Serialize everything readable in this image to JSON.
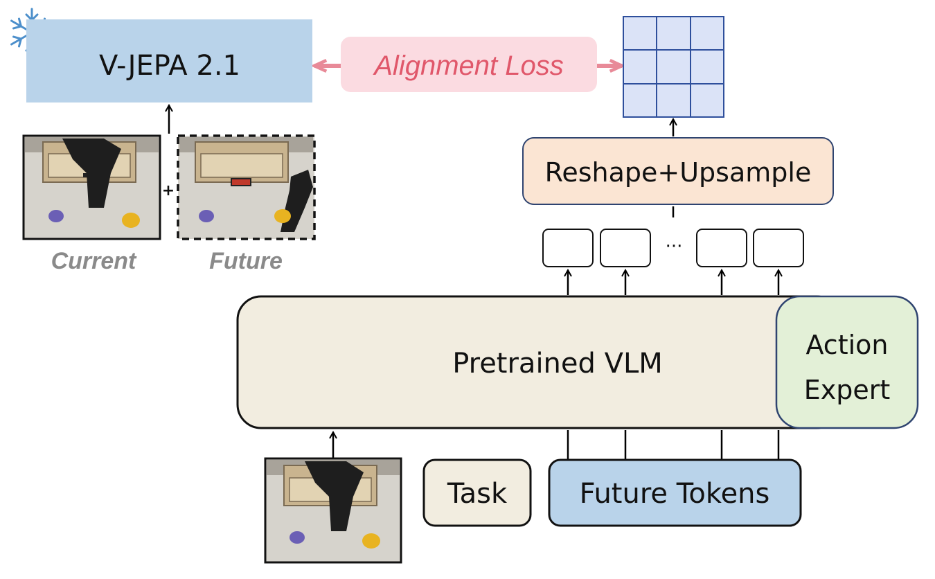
{
  "encoder": {
    "label": "V-JEPA 2.1",
    "frozen_icon": "snowflake-icon"
  },
  "loss": {
    "label": "Alignment Loss"
  },
  "frames": {
    "current_caption": "Current",
    "future_caption": "Future",
    "plus": "+"
  },
  "reshape": {
    "label": "Reshape+Upsample"
  },
  "tokens": {
    "ellipsis": "···"
  },
  "vlm": {
    "label": "Pretrained VLM"
  },
  "action_expert": {
    "line1": "Action",
    "line2": "Expert"
  },
  "inputs": {
    "task": "Task",
    "future_tokens": "Future Tokens"
  },
  "colors": {
    "encoder_fill": "#b9d3ea",
    "loss_fill": "#fbdbe1",
    "loss_text": "#e0576a",
    "loss_arrow": "#e88a98",
    "grid_fill": "#dbe3f7",
    "grid_stroke": "#2e4f9c",
    "reshape_fill": "#fbe5d3",
    "vlm_fill": "#f2ede0",
    "expert_fill": "#e3f0d7",
    "future_tokens_fill": "#b9d3ea",
    "snowflake": "#4c8fcb"
  }
}
